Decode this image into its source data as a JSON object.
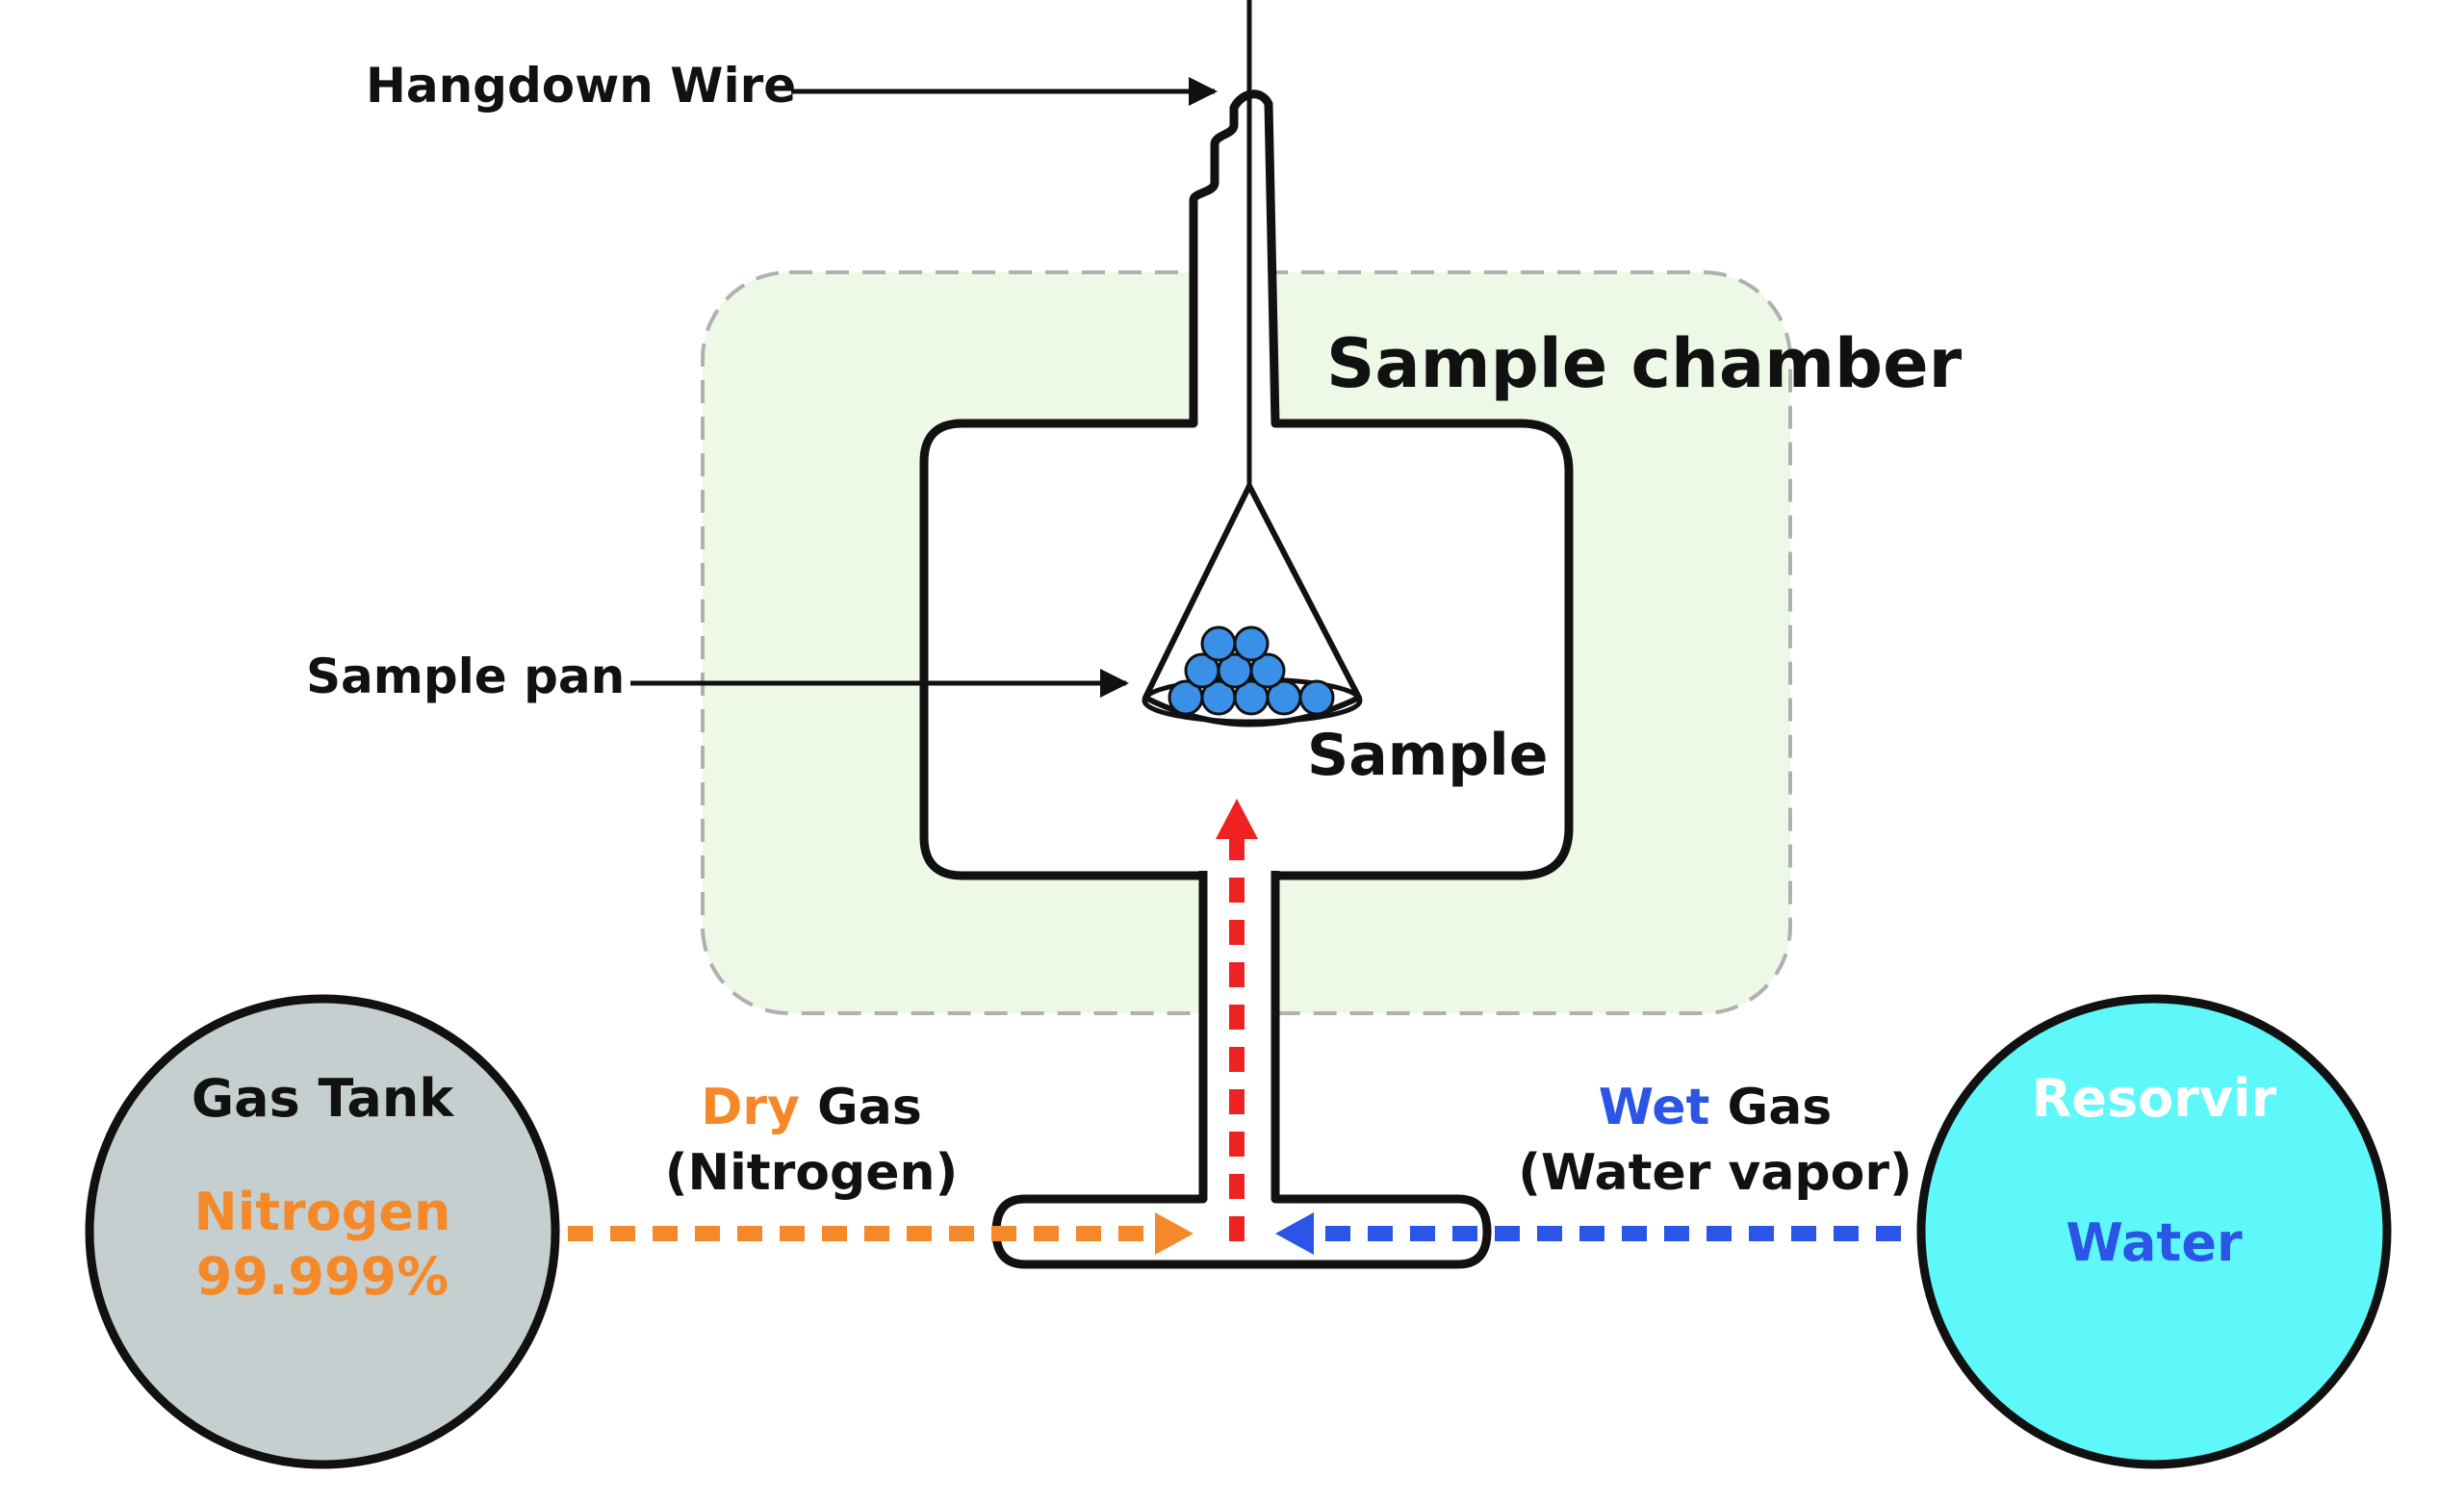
{
  "labels": {
    "hangdown_wire": "Hangdown Wire",
    "sample_chamber": "Sample chamber",
    "sample_pan": "Sample pan",
    "sample": "Sample",
    "dry_word": "Dry",
    "dry_gas_word": " Gas",
    "dry_gas_sub": "(Nitrogen)",
    "wet_word": "Wet",
    "wet_gas_word": " Gas",
    "wet_gas_sub": "(Water vapor)"
  },
  "gas_tank": {
    "title": "Gas Tank",
    "content": "Nitrogen",
    "purity": "99.999%"
  },
  "reservoir": {
    "title": "Resorvir",
    "content": "Water"
  },
  "colors": {
    "outline": "#111111",
    "chamber_zone_fill": "#eef8e6",
    "chamber_zone_border": "#b0b0b0",
    "tank_fill": "#c5cfcf",
    "reservoir_fill": "#5ef8fa",
    "dry_gas": "#f5892a",
    "wet_gas": "#2a55e6",
    "mixed_flow": "#ee2222",
    "sample_particle": "#3a8fe6",
    "reservoir_title": "#ffffff"
  }
}
